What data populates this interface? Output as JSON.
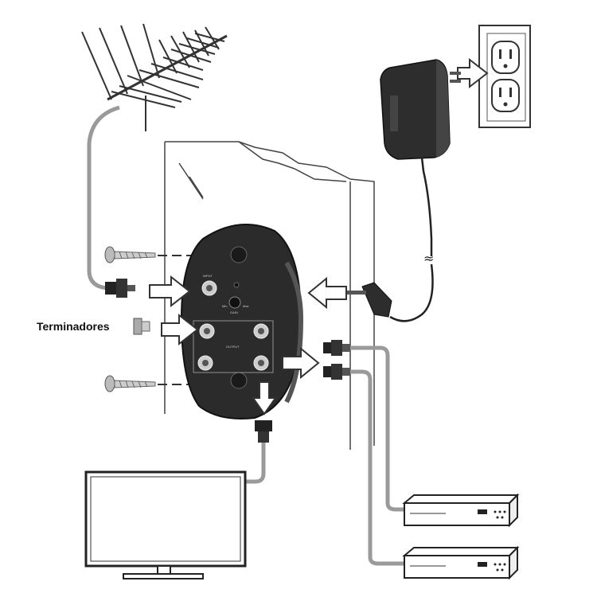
{
  "labels": {
    "terminadores": "Terminadores",
    "amp_input": "INPUT",
    "amp_output": "OUTPUT",
    "gain_min": "Min",
    "gain_max": "Max",
    "gain": "GAIN"
  },
  "colors": {
    "cable": "#9a9a9a",
    "amplifier": "#2b2b2b",
    "outline": "#333333",
    "arrow_fill": "#ffffff"
  },
  "icons": [
    "antenna-icon",
    "wall-outlet-icon",
    "power-adapter-icon",
    "amplifier-icon",
    "screw-icon",
    "terminator-icon",
    "tv-icon",
    "receiver-box-icon"
  ]
}
